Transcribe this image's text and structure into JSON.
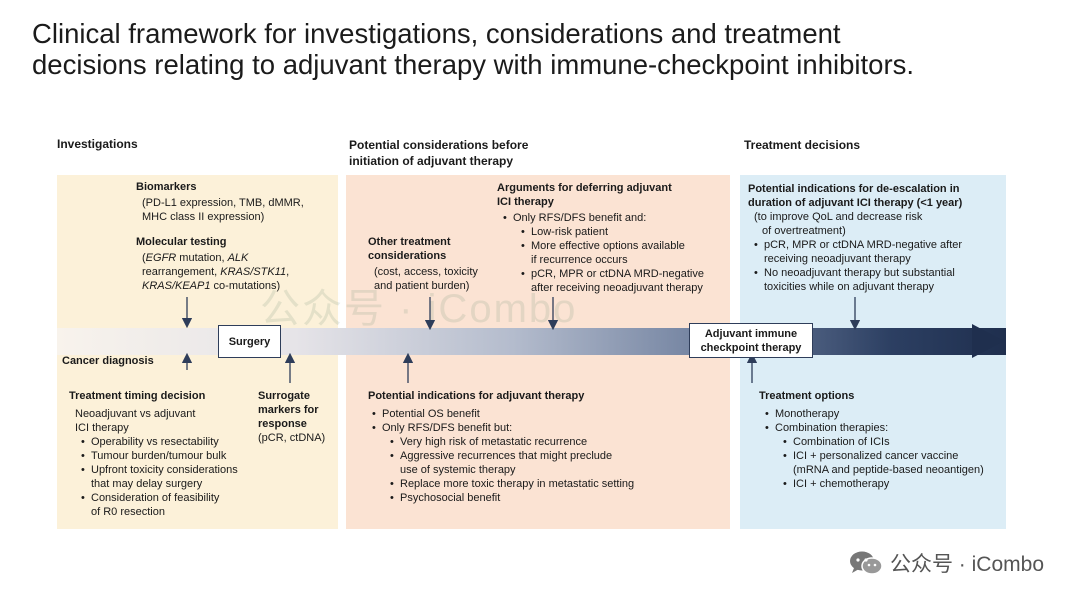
{
  "title": {
    "line1": "Clinical framework for investigations, considerations and treatment",
    "line2": "decisions relating to adjuvant therapy with immune-checkpoint inhibitors."
  },
  "sections": {
    "investigations": "Investigations",
    "considerations_1": "Potential considerations before",
    "considerations_2": "initiation of adjuvant therapy",
    "treatment": "Treatment decisions"
  },
  "timeline": {
    "surgery": "Surgery",
    "adjuvant_1": "Adjuvant immune",
    "adjuvant_2": "checkpoint therapy",
    "cancer_diagnosis": "Cancer diagnosis"
  },
  "biomarkers": {
    "heading": "Biomarkers",
    "l1": "(PD-L1 expression, TMB, dMMR,",
    "l2": "MHC class II expression)"
  },
  "molecular": {
    "heading": "Molecular testing",
    "l1a": "(",
    "l1b": "EGFR",
    "l1c": " mutation, ",
    "l1d": "ALK",
    "l2a": "rearrangement, ",
    "l2b": "KRAS/STK11",
    "l2c": ",",
    "l3a": "KRAS/KEAP1",
    "l3b": " co-mutations)"
  },
  "timing": {
    "heading": "Treatment timing decision",
    "l1": "Neoadjuvant vs adjuvant",
    "l2": "ICI therapy",
    "bullets": [
      [
        "Operability vs resectability"
      ],
      [
        "Tumour burden/tumour bulk"
      ],
      [
        "Upfront toxicity considerations",
        "that may delay surgery"
      ],
      [
        "Consideration of feasibility",
        "of R0 resection"
      ]
    ]
  },
  "surrogate": {
    "h1": "Surrogate",
    "h2": "markers for",
    "h3": "response",
    "l1": "(pCR, ctDNA)"
  },
  "other": {
    "h1": "Other treatment",
    "h2": "considerations",
    "l1": "(cost, access, toxicity",
    "l2": "and patient burden)"
  },
  "deferring": {
    "h1": "Arguments for deferring adjuvant",
    "h2": "ICI therapy",
    "b1": "Only RFS/DFS benefit and:",
    "sub": [
      [
        "Low-risk patient"
      ],
      [
        "More effective options available",
        "if recurrence occurs"
      ],
      [
        "pCR, MPR or ctDNA MRD-negative",
        "after receiving neoadjuvant therapy"
      ]
    ]
  },
  "indications": {
    "heading": "Potential indications for adjuvant therapy",
    "b1": "Potential OS benefit",
    "b2": "Only RFS/DFS benefit but:",
    "sub": [
      [
        "Very high risk of metastatic recurrence"
      ],
      [
        "Aggressive recurrences that might preclude",
        "use of systemic therapy"
      ],
      [
        "Replace more toxic therapy in metastatic setting"
      ],
      [
        "Psychosocial benefit"
      ]
    ]
  },
  "deescalation": {
    "h1": "Potential indications for de-escalation in",
    "h2": "duration of adjuvant ICI therapy (<1 year)",
    "l1": "(to improve QoL and decrease risk",
    "l2": "of overtreatment)",
    "bullets": [
      [
        "pCR, MPR or ctDNA MRD-negative after",
        "receiving neoadjuvant therapy"
      ],
      [
        "No neoadjuvant therapy but substantial",
        "toxicities while on adjuvant therapy"
      ]
    ]
  },
  "options": {
    "heading": "Treatment options",
    "b1": "Monotherapy",
    "b2": "Combination therapies:",
    "sub": [
      [
        "Combination of ICIs"
      ],
      [
        "ICI + personalized cancer vaccine",
        "(mRNA and peptide-based neoantigen)"
      ],
      [
        "ICI + chemotherapy"
      ]
    ]
  },
  "watermark": {
    "center": "公众号 · iCombo",
    "corner": "公众号 · iCombo",
    "corner_icon": "wechat-icon"
  },
  "colors": {
    "investigations_panel": "#fcf1d9",
    "considerations_panel": "#fbe3d3",
    "treatment_panel": "#dcedf6",
    "timeline_dark": "#1f2f4e"
  }
}
